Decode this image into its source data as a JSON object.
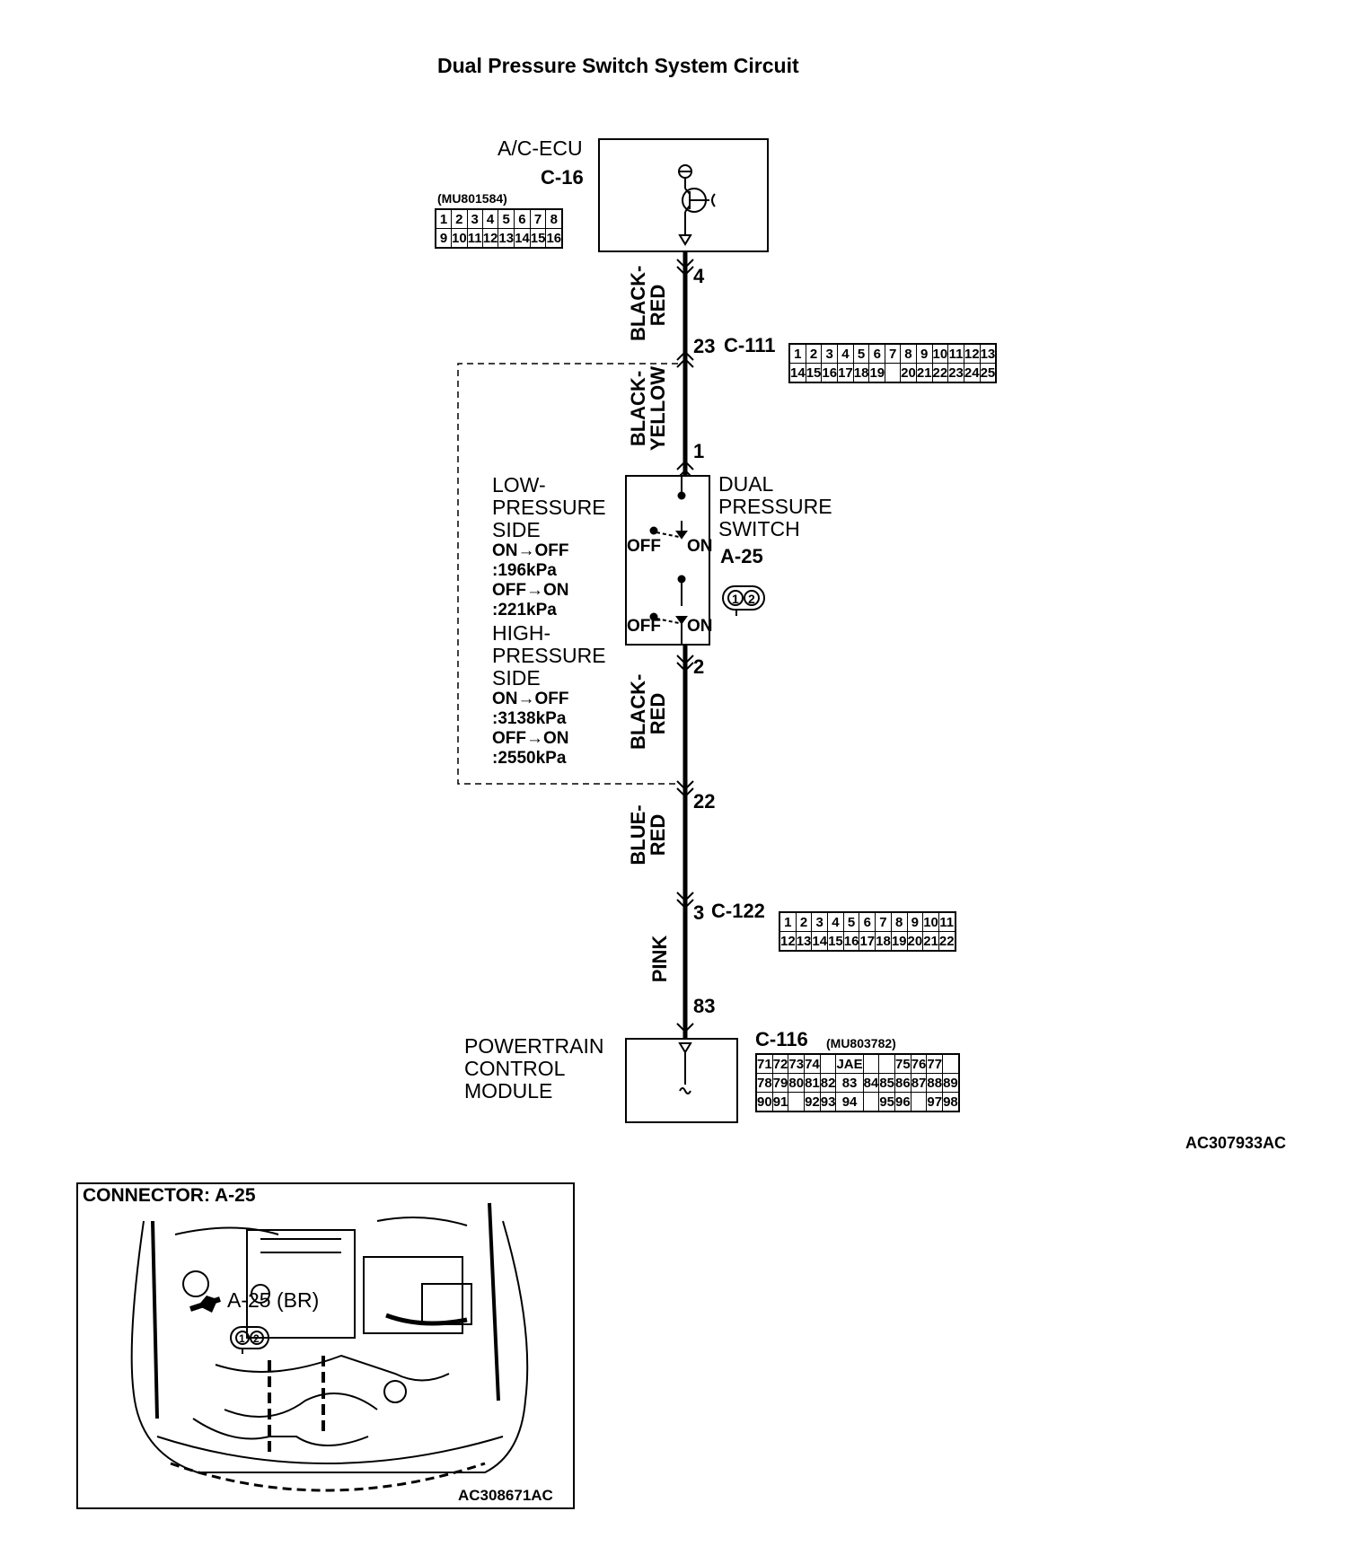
{
  "title": "Dual Pressure Switch System Circuit",
  "acecu": {
    "name": "A/C-ECU",
    "connector": "C-16",
    "part_no": "(MU801584)",
    "pins": [
      [
        "1",
        "2",
        "3",
        "4",
        "5",
        "6",
        "7",
        "8"
      ],
      [
        "9",
        "10",
        "11",
        "12",
        "13",
        "14",
        "15",
        "16"
      ]
    ]
  },
  "wires": {
    "w1": {
      "color_line1": "BLACK-",
      "color_line2": "RED",
      "pin_top": "4"
    },
    "c111": {
      "pin": "23",
      "connector": "C-111",
      "pins": [
        [
          "1",
          "2",
          "3",
          "4",
          "5",
          "6",
          "7",
          "8",
          "9",
          "10",
          "11",
          "12",
          "13"
        ],
        [
          "14",
          "15",
          "16",
          "17",
          "18",
          "19",
          "",
          "20",
          "21",
          "22",
          "23",
          "24",
          "25"
        ]
      ]
    },
    "w2": {
      "color_line1": "BLACK-",
      "color_line2": "YELLOW",
      "pin_bottom": "1"
    },
    "w3": {
      "color_line1": "BLACK-",
      "color_line2": "RED",
      "pin_top": "2"
    },
    "w3b": {
      "pin_bottom": "22"
    },
    "w4": {
      "color_line1": "BLUE-",
      "color_line2": "RED"
    },
    "c122": {
      "pin": "3",
      "connector": "C-122",
      "pins": [
        [
          "1",
          "2",
          "3",
          "4",
          "5",
          "6",
          "7",
          "8",
          "9",
          "10",
          "11"
        ],
        [
          "12",
          "13",
          "14",
          "15",
          "16",
          "17",
          "18",
          "19",
          "20",
          "21",
          "22"
        ]
      ]
    },
    "w5": {
      "color": "PINK",
      "pin_bottom": "83"
    }
  },
  "switch": {
    "name_line1": "DUAL",
    "name_line2": "PRESSURE",
    "name_line3": "SWITCH",
    "connector": "A-25",
    "connector_pins": "1 2",
    "off_label": "OFF",
    "on_label": "ON",
    "low_line1": "LOW-",
    "low_line2": "PRESSURE",
    "low_line3": "SIDE",
    "low_onoff": "ON→OFF",
    "low_onoff_val": ":196kPa",
    "low_offon": "OFF→ON",
    "low_offon_val": ":221kPa",
    "high_line1": "HIGH-",
    "high_line2": "PRESSURE",
    "high_line3": "SIDE",
    "high_onoff": "ON→OFF",
    "high_onoff_val": ":3138kPa",
    "high_offon": "OFF→ON",
    "high_offon_val": ":2550kPa"
  },
  "pcm": {
    "line1": "POWERTRAIN",
    "line2": "CONTROL",
    "line3": "MODULE",
    "connector": "C-116",
    "part_no": "(MU803782)",
    "rows": [
      [
        "71",
        "72",
        "73",
        "74",
        "",
        "JAE",
        "",
        "",
        "75",
        "76",
        "77"
      ],
      [
        "78",
        "79",
        "80",
        "81",
        "82",
        "83",
        "84",
        "85",
        "86",
        "87",
        "88",
        "89"
      ],
      [
        "90",
        "91",
        "",
        "92",
        "93",
        "94",
        "",
        "95",
        "96",
        "",
        "97",
        "98"
      ]
    ]
  },
  "figure_code_1": "AC307933AC",
  "locator": {
    "title": "CONNECTOR: A-25",
    "callout": "A-25 (BR)",
    "connector_pins": "1 2",
    "figure_code": "AC308671AC"
  },
  "colors": {
    "line": "#000000",
    "background": "#ffffff"
  }
}
